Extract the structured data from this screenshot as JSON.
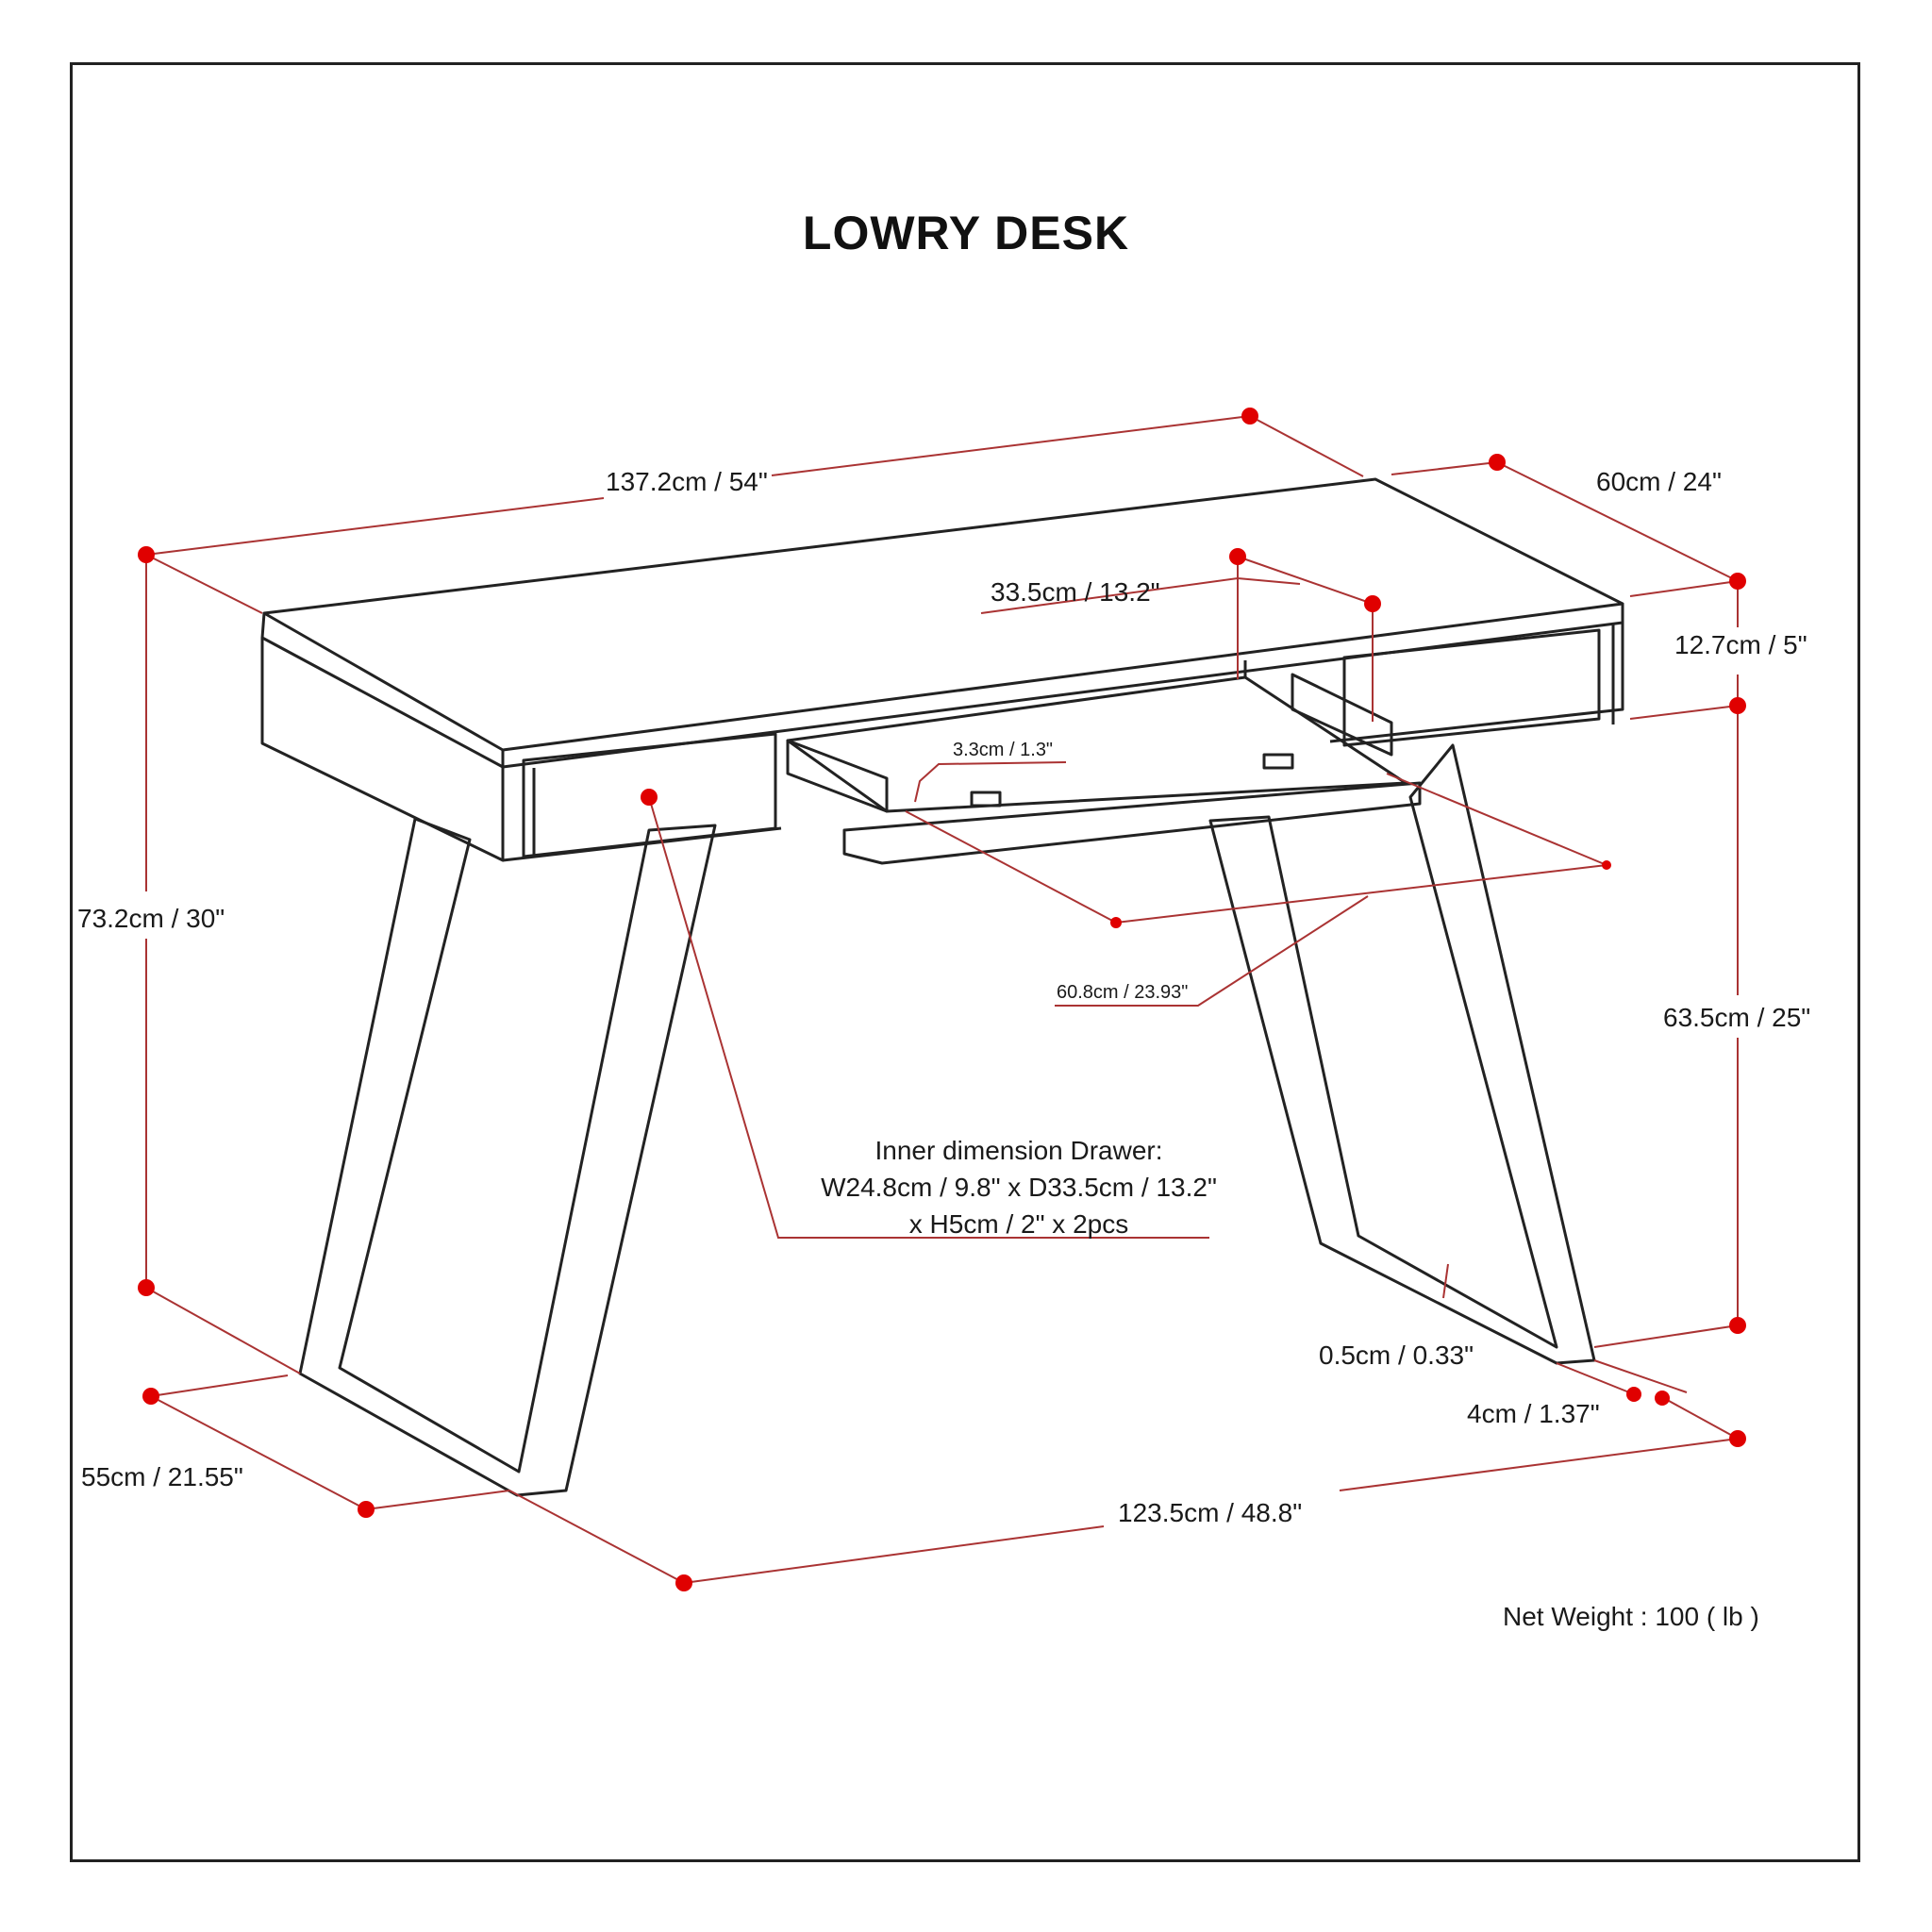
{
  "title": "LOWRY DESK",
  "dimensions": {
    "top_width": "137.2cm / 54\"",
    "top_depth": "60cm / 24\"",
    "drawer_depth": "33.5cm / 13.2\"",
    "apron_height": "12.7cm / 5\"",
    "drawer_front": "3.3cm / 1.3\"",
    "total_height": "73.2cm / 30\"",
    "inner_width": "60.8cm / 23.93\"",
    "leg_clearance": "63.5cm / 25\"",
    "leg_thickness": "0.5cm / 0.33\"",
    "leg_width": "4cm / 1.37\"",
    "base_depth": "55cm / 21.55\"",
    "base_width": "123.5cm / 48.8\""
  },
  "drawer_note": {
    "line1": "Inner dimension Drawer:",
    "line2": "W24.8cm / 9.8\" x D33.5cm / 13.2\"",
    "line3": "x H5cm / 2\" x 2pcs"
  },
  "net_weight": "Net Weight : 100 ( lb )",
  "colors": {
    "dimension_line": "#aa3333",
    "marker": "#e00000",
    "outline": "#222222"
  }
}
